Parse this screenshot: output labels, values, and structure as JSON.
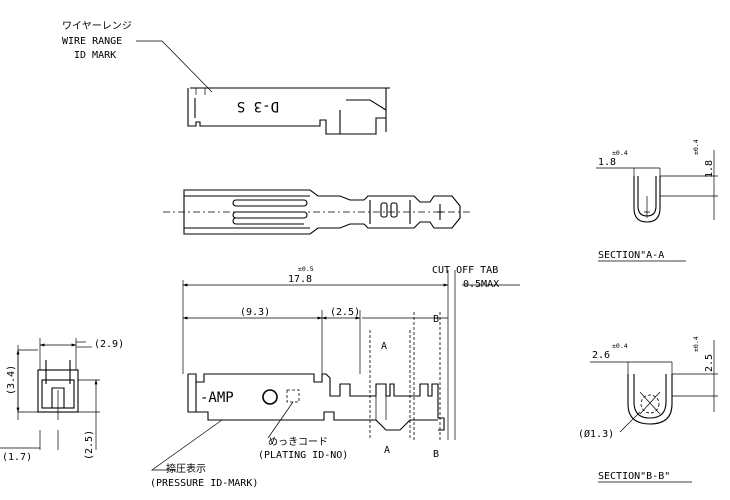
{
  "labels": {
    "wire_range_jp": "ワイヤーレンジ",
    "wire_range": "WIRE RANGE",
    "id_mark": "ID MARK",
    "wire_mark": "D-3 S",
    "cut_off_tab": "CUT OFF TAB",
    "cut_off_val": "0.5MAX",
    "stamp": "-AMP",
    "plating_jp": "めっきコード",
    "plating": "(PLATING ID-NO)",
    "pressure_jp": "捺圧表示",
    "pressure": "(PRESSURE ID-MARK)",
    "section_a": "SECTION\"A-A",
    "section_b": "SECTION\"B-B\""
  },
  "dims": {
    "overall": "17.8",
    "overall_tol": "±0.5",
    "d93": "(9.3)",
    "d25": "(2.5)",
    "d29": "(2.9)",
    "d34": "(3.4)",
    "d17": "(1.7)",
    "d25v": "(2.5)",
    "sa_w": "1.8",
    "sa_w_tol": "±0.4",
    "sa_h": "1.8",
    "sa_h_tol": "±0.4",
    "sb_w": "2.6",
    "sb_w_tol": "±0.4",
    "sb_h": "2.5",
    "sb_h_tol": "±0.4",
    "sb_dia": "(Ø1.3)"
  },
  "section_marks": {
    "a": "A",
    "b": "B"
  }
}
